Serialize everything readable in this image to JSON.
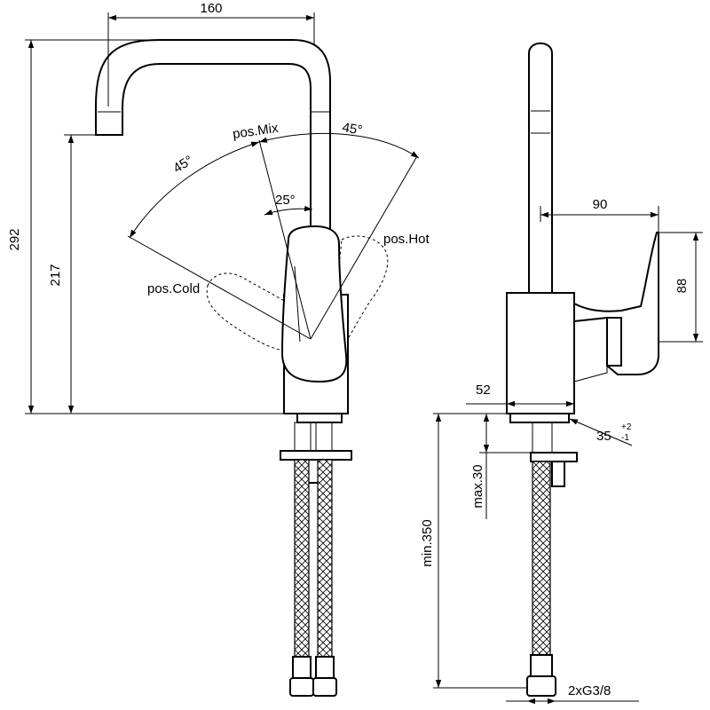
{
  "front_view": {
    "dim_width": "160",
    "dim_total_height": "292",
    "dim_spout_height": "217",
    "angle_left": "45°",
    "angle_right": "45°",
    "angle_mix": "25°",
    "pos_mix": "pos.Mix",
    "pos_hot": "pos.Hot",
    "pos_cold": "pos.Cold"
  },
  "side_view": {
    "dim_reach": "90",
    "dim_lever_height": "88",
    "dim_base": "52",
    "dim_hole": "35",
    "tol_plus": "+2",
    "tol_minus": "-1",
    "dim_max_deck": "max.30",
    "dim_min_hose": "min.350",
    "connection": "2xG3/8"
  }
}
